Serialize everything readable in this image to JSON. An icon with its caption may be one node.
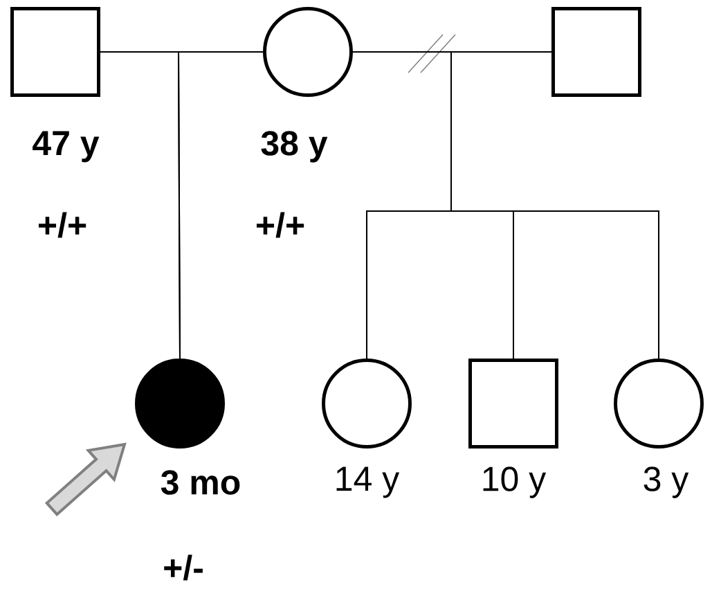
{
  "diagram": {
    "nodes": [
      {
        "text": [],
        "shape": "box",
        "beside": [
          "47 y",
          "+/+"
        ]
      },
      {
        "text": [],
        "shape": "circle",
        "beside": [
          "38 y",
          "+/+"
        ]
      },
      {
        "text": [],
        "shape": "box"
      },
      {
        "text": [],
        "shape": "disc",
        "beside": [
          "3 mo",
          "+/-"
        ]
      },
      {
        "text": [],
        "shape": "circle",
        "beside": [
          "14 y"
        ]
      },
      {
        "text": [],
        "shape": "box",
        "beside": [
          "10 y"
        ]
      },
      {
        "text": [],
        "shape": "circle",
        "beside": [
          "3 y"
        ]
      }
    ],
    "edges": [
      {
        "from": 0,
        "to": 1,
        "arrow": "none"
      },
      {
        "from": 1,
        "to": 2,
        "arrow": "none"
      },
      {
        "from": 0,
        "to": 3,
        "arrow": "none"
      },
      {
        "from": 1,
        "to": 3,
        "arrow": "none"
      },
      {
        "from": 1,
        "to": 4,
        "arrow": "none"
      },
      {
        "from": 1,
        "to": 5,
        "arrow": "none"
      },
      {
        "from": 1,
        "to": 6,
        "arrow": "none"
      },
      {
        "from": 2,
        "to": 4,
        "arrow": "none"
      },
      {
        "from": 2,
        "to": 5,
        "arrow": "none"
      },
      {
        "from": 2,
        "to": 6,
        "arrow": "none"
      },
      {
        "from": null,
        "to": 3,
        "arrow": "to"
      }
    ]
  }
}
